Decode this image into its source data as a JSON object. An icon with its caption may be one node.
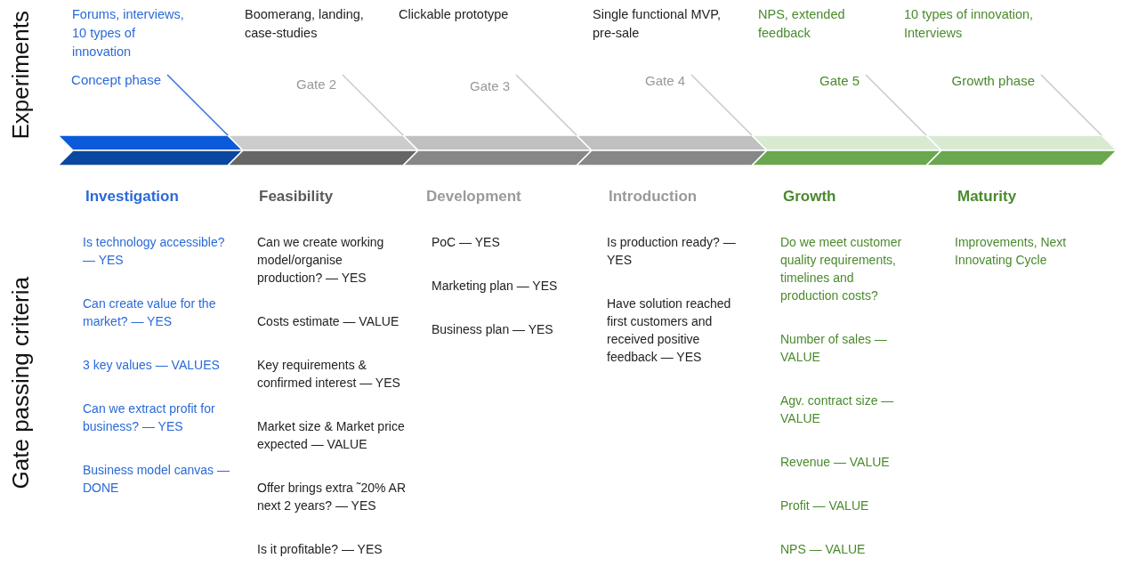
{
  "diagram": {
    "nodes": [
      {
        "text": [
          "Concept phase"
        ]
      },
      {
        "text": [
          "Gate 2"
        ]
      },
      {
        "text": [
          "Gate 3"
        ]
      },
      {
        "text": [
          "Gate 4"
        ]
      },
      {
        "text": [
          "Gate 5"
        ]
      },
      {
        "text": [
          "Growth phase"
        ]
      },
      {
        "text": [],
        "shape": "chevron"
      },
      {
        "text": [],
        "shape": "chevron"
      },
      {
        "text": [],
        "shape": "chevron"
      },
      {
        "text": [],
        "shape": "chevron"
      },
      {
        "text": [],
        "shape": "chevron"
      },
      {
        "text": [],
        "shape": "chevron"
      }
    ],
    "edges": [
      {
        "from": 0,
        "to": 6,
        "arrow": "none",
        "color": "#2f6fe0"
      },
      {
        "from": 1,
        "to": 7,
        "arrow": "none"
      },
      {
        "from": 2,
        "to": 8,
        "arrow": "none"
      },
      {
        "from": 3,
        "to": 9,
        "arrow": "none"
      },
      {
        "from": 4,
        "to": 10,
        "arrow": "none"
      },
      {
        "from": 5,
        "to": 11,
        "arrow": "none"
      }
    ],
    "labels": [
      "Experiments",
      "Forums, interviews, 10 types of innovation",
      "Boomerang, landing, case-studies",
      "Clickable prototype",
      "Single functional MVP, pre-sale",
      "NPS, extended feedback",
      "10 types of innovation, Interviews",
      "Gate passing criteria",
      "Investigation",
      "Feasibility",
      "Development",
      "Introduction",
      "Growth",
      "Maturity",
      "Is technology accessible? — YES",
      "Can create value for the market? — YES",
      "3 key values — VALUES",
      "Can we extract profit for business? — YES",
      "Business model canvas — DONE",
      "Can we create working model/organise production? — YES",
      "Costs estimate — VALUE",
      "Key requirements & confirmed interest — YES",
      "Market size & Market price expected — VALUE",
      "Offer brings extra ˜20% AR next 2 years? — YES",
      "Is it profitable? — YES",
      "PoC — YES",
      "Marketing plan — YES",
      "Business plan — YES",
      "Is production ready? —YES",
      "Have solution reached first customers and received positive feedback — YES",
      "Do we meet customer quality requirements, timelines and production costs?",
      "Number of sales — VALUE",
      "Agv. contract size — VALUE",
      "Revenue — VALUE",
      "Profit — VALUE",
      "NPS — VALUE",
      "Improvements, Next Innovating Cycle"
    ]
  }
}
